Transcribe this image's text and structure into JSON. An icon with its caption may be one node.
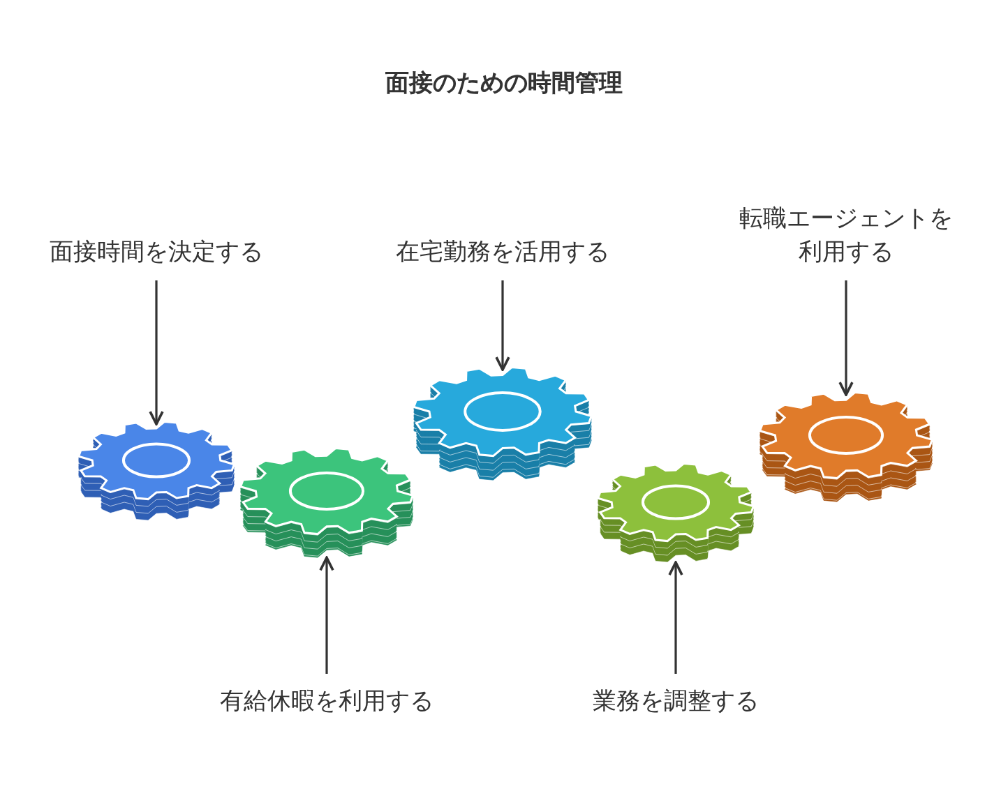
{
  "diagram": {
    "title": "面接のための時間管理",
    "nodes": [
      {
        "text": [
          "面接時間を決定する"
        ]
      },
      {
        "text": [],
        "shape": "gear"
      },
      {
        "text": [
          "在宅勤務を活用する"
        ]
      },
      {
        "text": [],
        "shape": "gear"
      },
      {
        "text": [
          "転職エージェントを利用する"
        ]
      },
      {
        "text": [],
        "shape": "gear"
      },
      {
        "text": [
          "有給休暇を利用する"
        ]
      },
      {
        "text": [],
        "shape": "gear"
      },
      {
        "text": [
          "業務を調整する"
        ]
      },
      {
        "text": [],
        "shape": "gear"
      }
    ],
    "edges": [
      {
        "from": 0,
        "to": 1,
        "arrow": "to"
      },
      {
        "from": 2,
        "to": 3,
        "arrow": "to"
      },
      {
        "from": 4,
        "to": 5,
        "arrow": "to"
      },
      {
        "from": 6,
        "to": 7,
        "arrow": "to"
      },
      {
        "from": 8,
        "to": 9,
        "arrow": "to"
      }
    ]
  }
}
